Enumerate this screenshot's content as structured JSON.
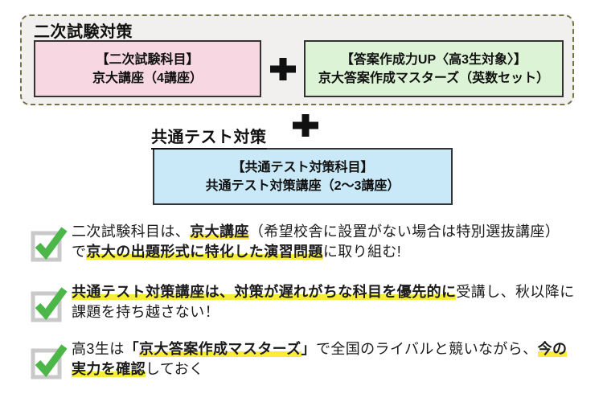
{
  "secondary_exam": {
    "title": "二次試験対策",
    "subject_box": {
      "line1": "【二次試験科目】",
      "line2": "京大講座（4講座）"
    },
    "masters_box": {
      "line1": "【答案作成力UP〈高3生対象〉】",
      "line2": "京大答案作成マスターズ（英数セット）"
    }
  },
  "common_test": {
    "title": "共通テスト対策",
    "box": {
      "line1": "【共通テスト対策科目】",
      "line2": "共通テスト対策講座（2〜3講座）"
    }
  },
  "bullets": [
    {
      "lines": [
        {
          "segments": [
            {
              "text": "二次試験科目は、"
            },
            {
              "text": "京大講座"
            },
            {
              "text": "（希望校舎に設置がない場合は特別選抜講座）"
            }
          ]
        },
        {
          "segments": [
            {
              "text": "で"
            },
            {
              "text": "京大の出題形式に特化した演習問題"
            },
            {
              "text": "に取り組む!"
            }
          ]
        }
      ]
    },
    {
      "lines": [
        {
          "segments": [
            {
              "text": "共通テスト対策講座は、対策が遅れがちな科目を優先的に"
            },
            {
              "text": "受講し、秋以降に"
            }
          ]
        },
        {
          "segments": [
            {
              "text": "課題を持ち越さない！"
            }
          ]
        }
      ]
    },
    {
      "lines": [
        {
          "segments": [
            {
              "text": "高3生は"
            },
            {
              "text": "「"
            },
            {
              "text": "京大答案作成マスターズ"
            },
            {
              "text": "」"
            },
            {
              "text": "で全国のライバルと競いながら、"
            },
            {
              "text": "今の"
            }
          ]
        },
        {
          "segments": [
            {
              "text": "実力を確認"
            },
            {
              "text": "しておく"
            }
          ]
        }
      ]
    }
  ],
  "colors": {
    "pink_box": "#f6d7e2",
    "green_box": "#ddf3d5",
    "blue_box": "#c9e9f8",
    "highlight": "#f8ec38",
    "check_green": "#4cb648",
    "checkbox_gray": "#c9c9c9",
    "dashed_border": "#73734a",
    "container_bg": "#f1f0ee"
  }
}
